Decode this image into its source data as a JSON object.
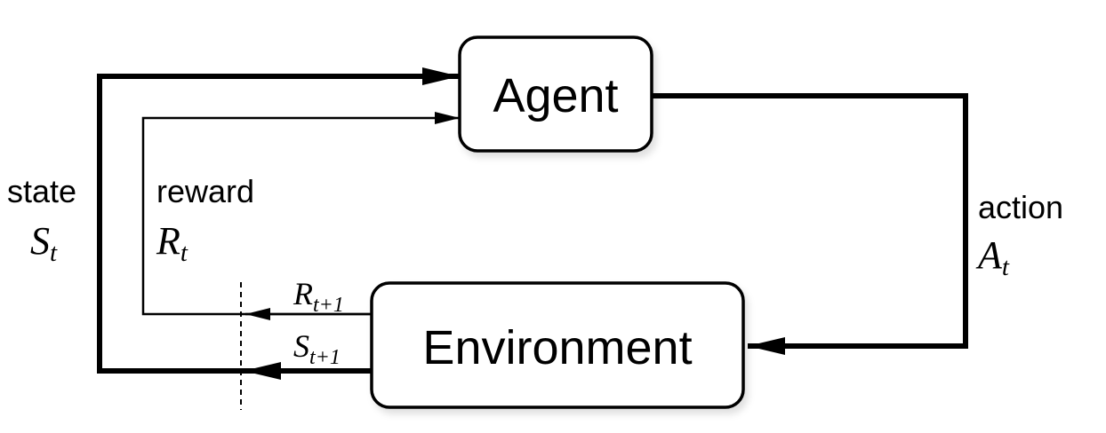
{
  "agent_label": "Agent",
  "environment_label": "Environment",
  "state": {
    "word": "state",
    "symbol": "S",
    "subscript": "t"
  },
  "reward": {
    "word": "reward",
    "symbol": "R",
    "subscript": "t"
  },
  "action": {
    "word": "action",
    "symbol": "A",
    "subscript": "t"
  },
  "next_reward": {
    "symbol": "R",
    "subscript": "t+1"
  },
  "next_state": {
    "symbol": "S",
    "subscript": "t+1"
  }
}
